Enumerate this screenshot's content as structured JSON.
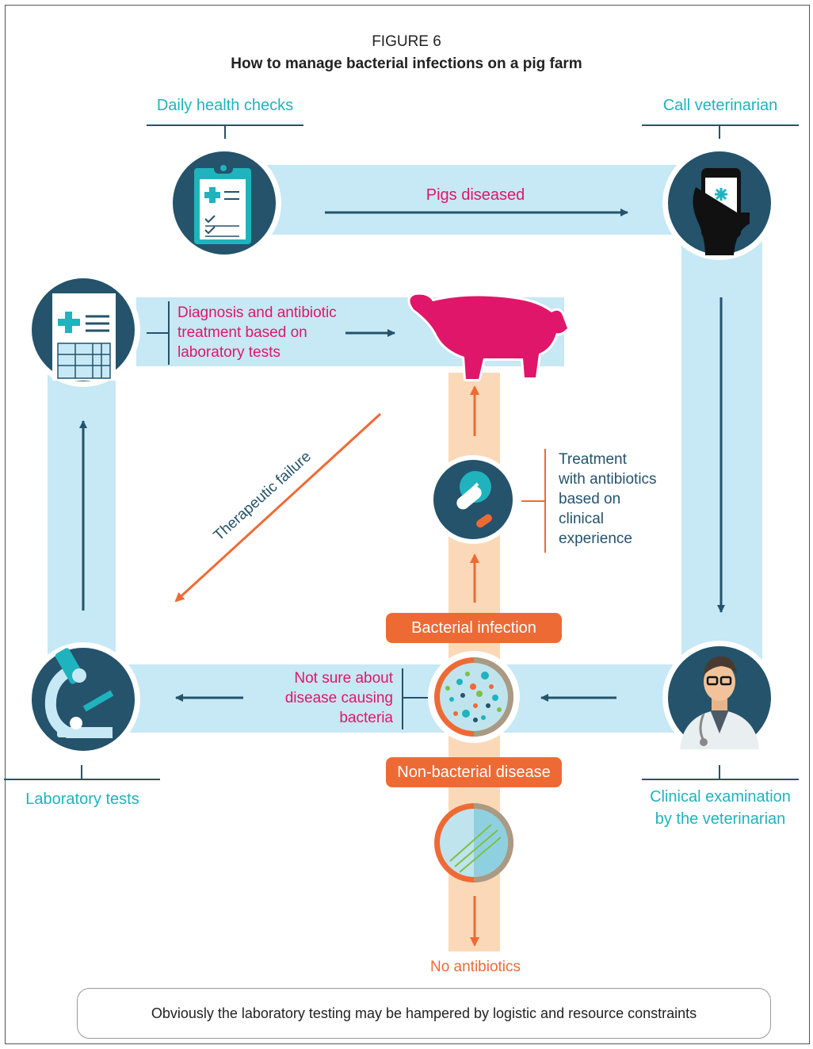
{
  "figure": {
    "number": "FIGURE 6",
    "title": "How to manage bacterial infections on a pig farm"
  },
  "stages": {
    "daily_checks": "Daily health checks",
    "call_vet": "Call veterinarian",
    "clinical_exam_line1": "Clinical examination",
    "clinical_exam_line2": "by the veterinarian",
    "lab_tests": "Laboratory tests"
  },
  "flows": {
    "pigs_diseased": "Pigs diseased",
    "diagnosis": [
      "Diagnosis and antibiotic",
      "treatment based on",
      "laboratory tests"
    ],
    "therapeutic_failure": "Therapeutic failure",
    "treatment": [
      "Treatment",
      "with antibiotics",
      "based on",
      "clinical",
      "experience"
    ],
    "not_sure": [
      "Not sure about",
      "disease causing",
      "bacteria"
    ],
    "bacterial_infection": "Bacterial infection",
    "non_bacterial": "Non-bacterial disease",
    "no_antibiotics": "No antibiotics"
  },
  "note": "Obviously the laboratory testing may be hampered by logistic and resource constraints",
  "colors": {
    "light_blue": "#c7e8f5",
    "navy": "#24536b",
    "teal": "#1fb3bd",
    "magenta": "#e0166a",
    "orange": "#ee6a35",
    "peach": "#fbd9b8"
  }
}
